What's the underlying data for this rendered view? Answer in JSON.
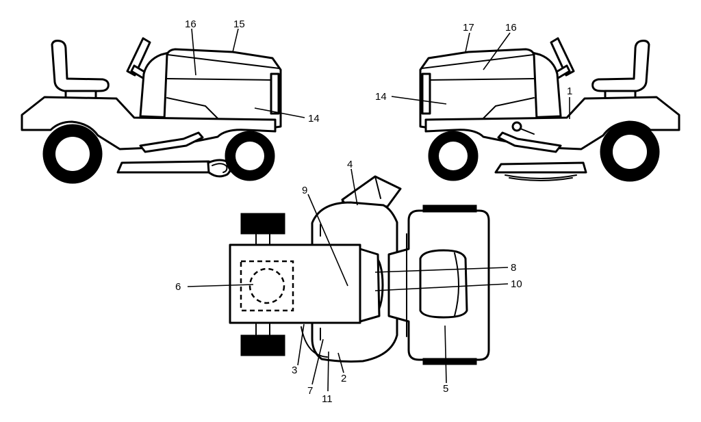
{
  "callouts": {
    "left_view": {
      "n16": "16",
      "n15": "15",
      "n14": "14"
    },
    "right_view": {
      "n17": "17",
      "n16": "16",
      "n14": "14",
      "n1": "1"
    },
    "top_view": {
      "n4": "4",
      "n9": "9",
      "n6": "6",
      "n8": "8",
      "n10": "10",
      "n3": "3",
      "n7": "7",
      "n11": "11",
      "n2": "2",
      "n5": "5"
    }
  },
  "colors": {
    "line": "#000000",
    "background": "#ffffff"
  }
}
